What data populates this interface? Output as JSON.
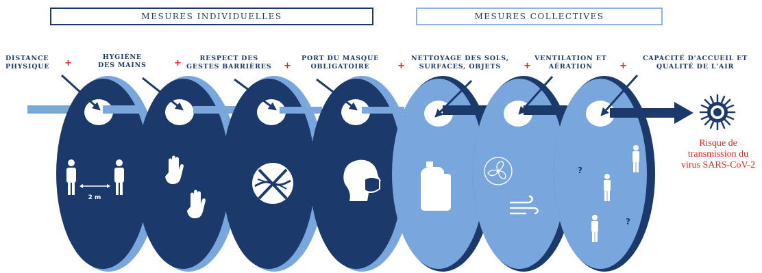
{
  "headers": {
    "individual": "MESURES INDIVIDUELLES",
    "collective": "MESURES COLLECTIVES"
  },
  "measures": [
    {
      "line1": "DISTANCE",
      "line2": "PHYSIQUE",
      "icon": "distancing-people-icon",
      "category": "individual"
    },
    {
      "line1": "HYGIÈNE",
      "line2": "DES MAINS",
      "icon": "hands-icon",
      "category": "individual"
    },
    {
      "line1": "RESPECT DES",
      "line2": "GESTES BARRIÈRES",
      "icon": "no-handshake-icon",
      "category": "individual"
    },
    {
      "line1": "PORT DU MASQUE",
      "line2": "OBLIGATOIRE",
      "icon": "face-mask-icon",
      "category": "individual"
    },
    {
      "line1": "NETTOYAGE DES SOLS,",
      "line2": "SURFACES, OBJETS",
      "icon": "cleaning-bottle-icon",
      "category": "collective"
    },
    {
      "line1": "VENTILATION ET",
      "line2": "AÉRATION",
      "icon": "ventilation-icon",
      "category": "collective"
    },
    {
      "line1": "CAPACITÉ D'ACCUEIL ET",
      "line2": "QUALITÉ DE L'AIR",
      "icon": "occupancy-icon",
      "category": "collective"
    }
  ],
  "operator": "+",
  "distance_label": "2 m",
  "question_mark": "?",
  "outcome": {
    "line1": "Risque de",
    "line2": "transmission du",
    "line3": "virus SARS-CoV-2",
    "icon": "virus-icon"
  },
  "colors": {
    "individual_dark": "#1b3a6b",
    "collective_light": "#7aa6de",
    "plus": "#e8231f",
    "text": "#1b3a6b"
  }
}
